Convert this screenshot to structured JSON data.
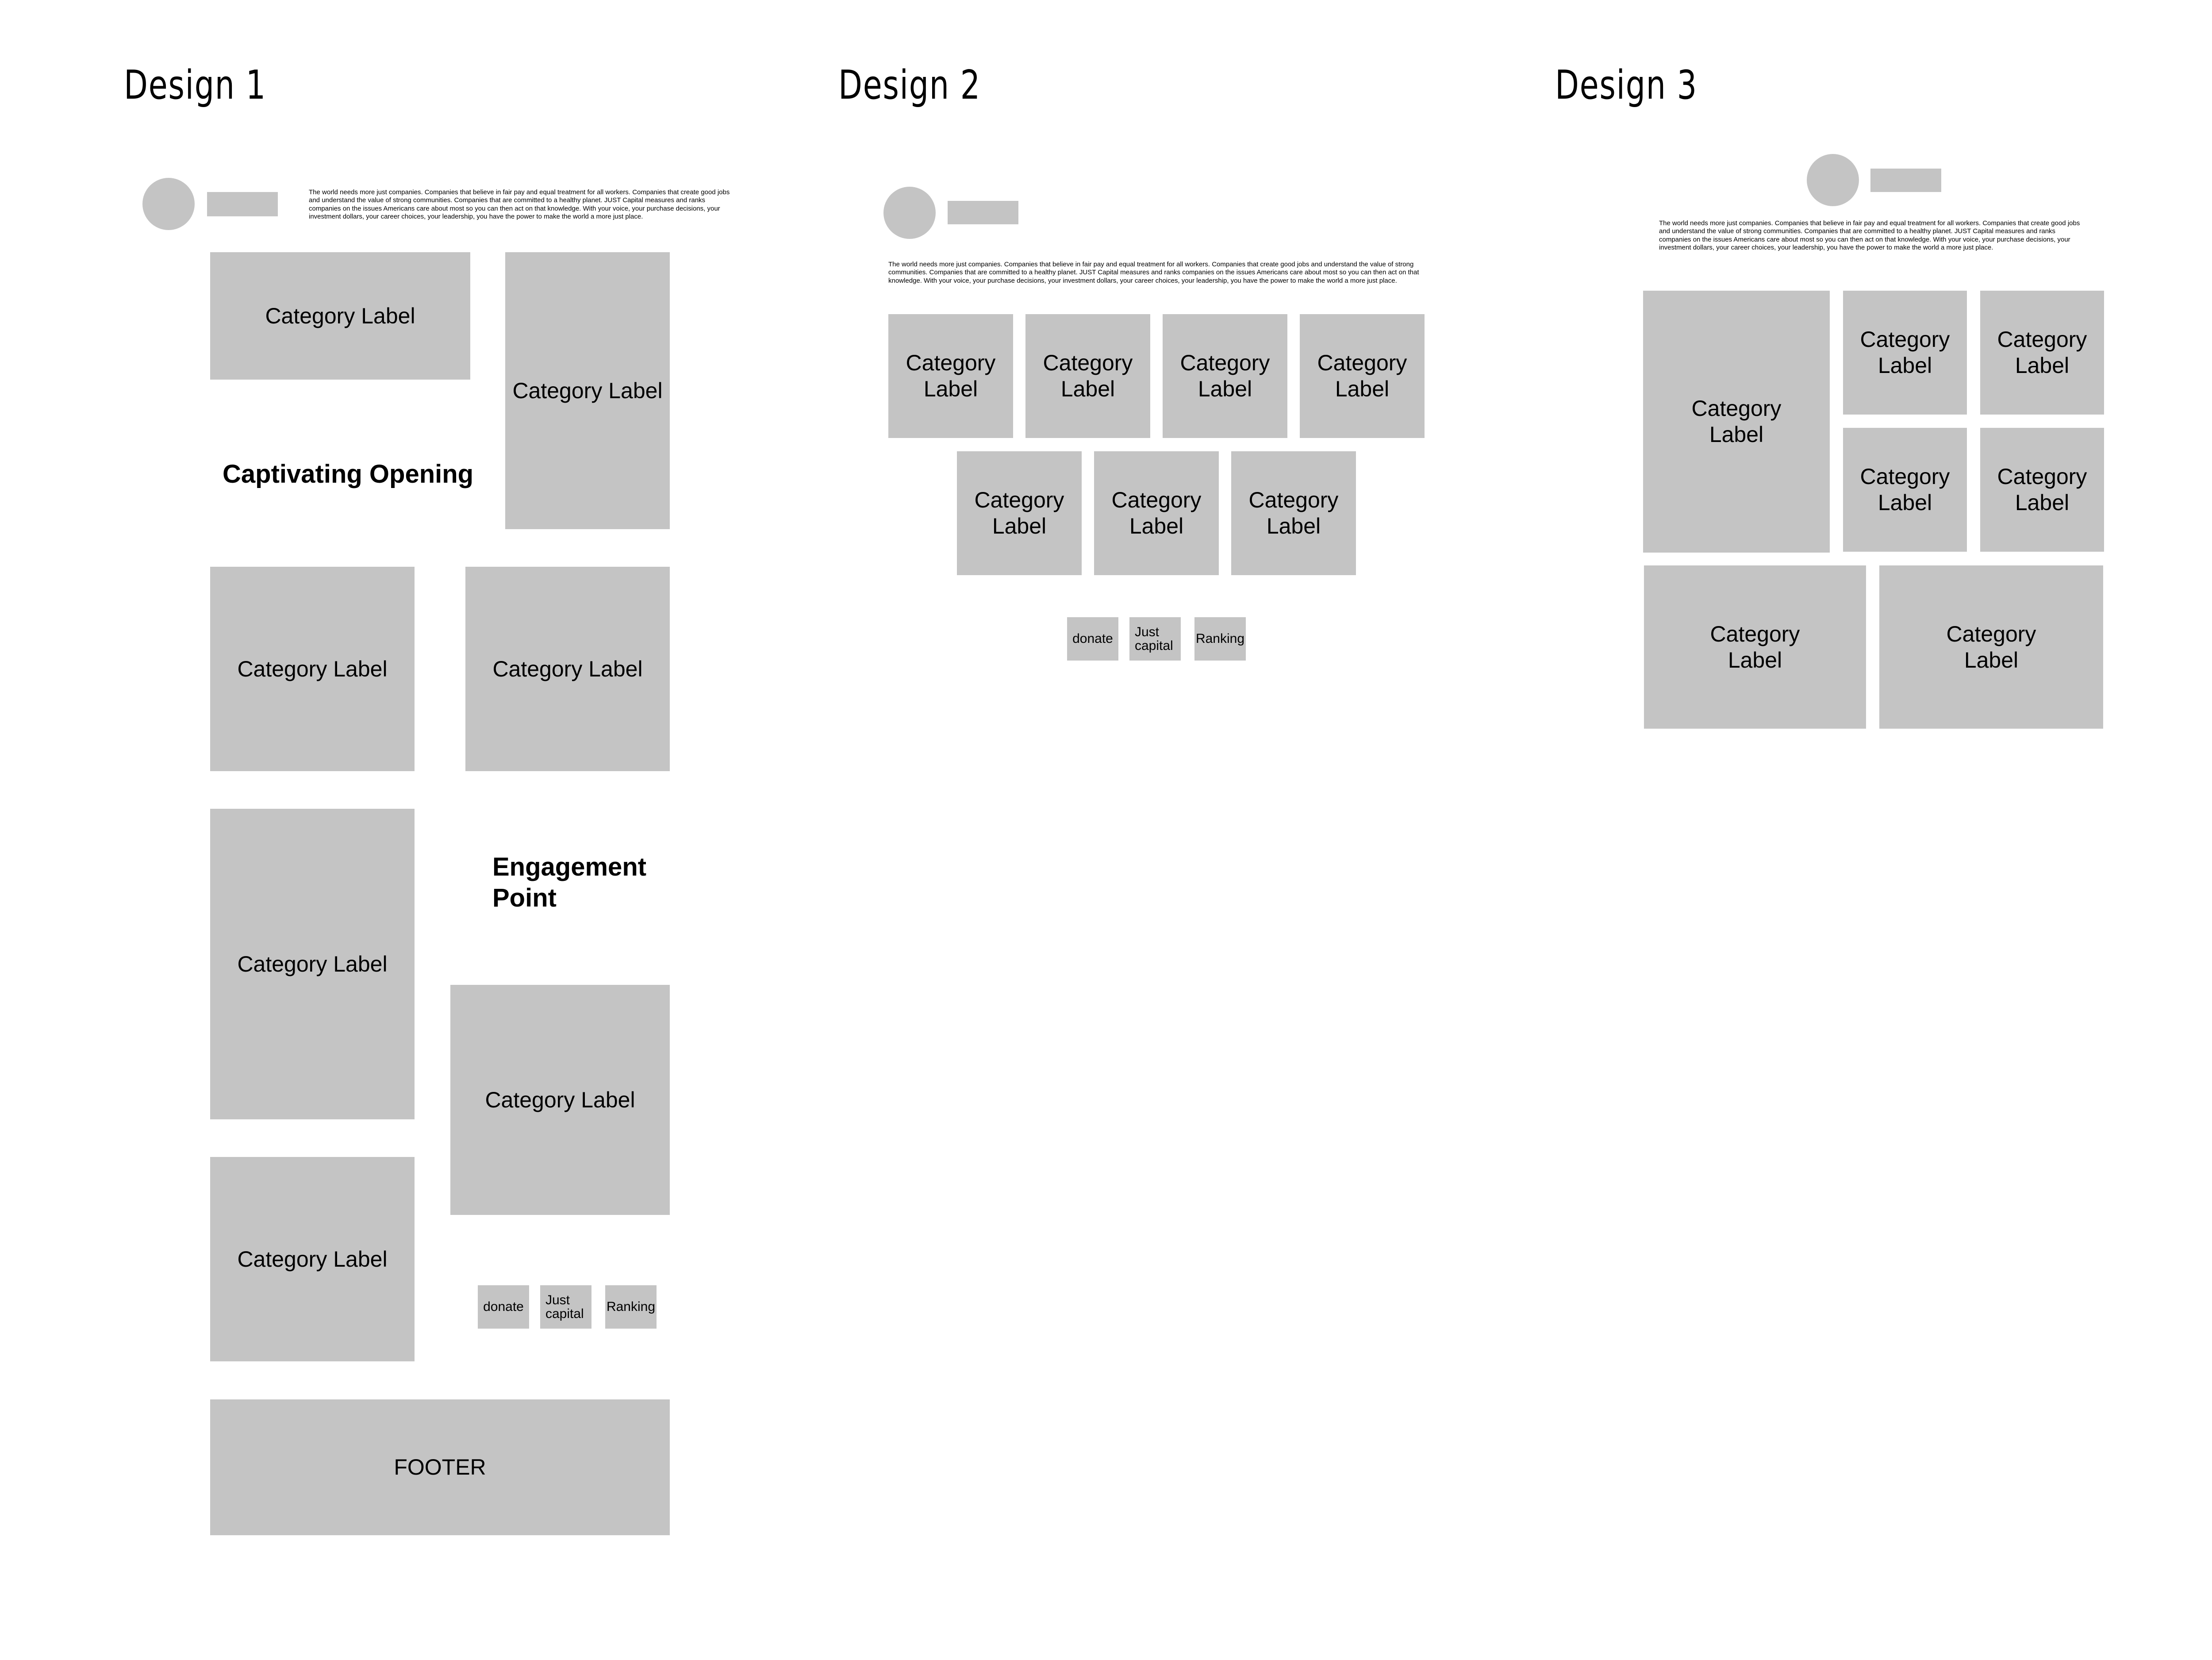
{
  "designs": [
    {
      "title": "Design 1"
    },
    {
      "title": "Design 2"
    },
    {
      "title": "Design 3"
    }
  ],
  "category_label": "Category Label",
  "category_word": "Category",
  "label_word": "Label",
  "intro_text": "The world needs more just companies. Companies that believe in fair pay and equal treatment for all workers. Companies that create good jobs and understand the value of strong communities. Companies that are committed to a healthy planet. JUST Capital measures and ranks companies on the issues Americans care about most so you can then act on that knowledge. With your voice, your purchase decisions, your investment dollars, your career choices, your leadership, you have the power to make the world a more just place.",
  "design1": {
    "captivating_opening": "Captivating Opening",
    "engagement_point": "Engagement Point",
    "footer": "FOOTER",
    "buttons": [
      "donate",
      "Just capital",
      "Ranking"
    ]
  },
  "design2": {
    "buttons": [
      "donate",
      "Just capital",
      "Ranking"
    ]
  },
  "colors": {
    "placeholder": "#c4c4c4",
    "background": "#ffffff",
    "text": "#000000"
  }
}
